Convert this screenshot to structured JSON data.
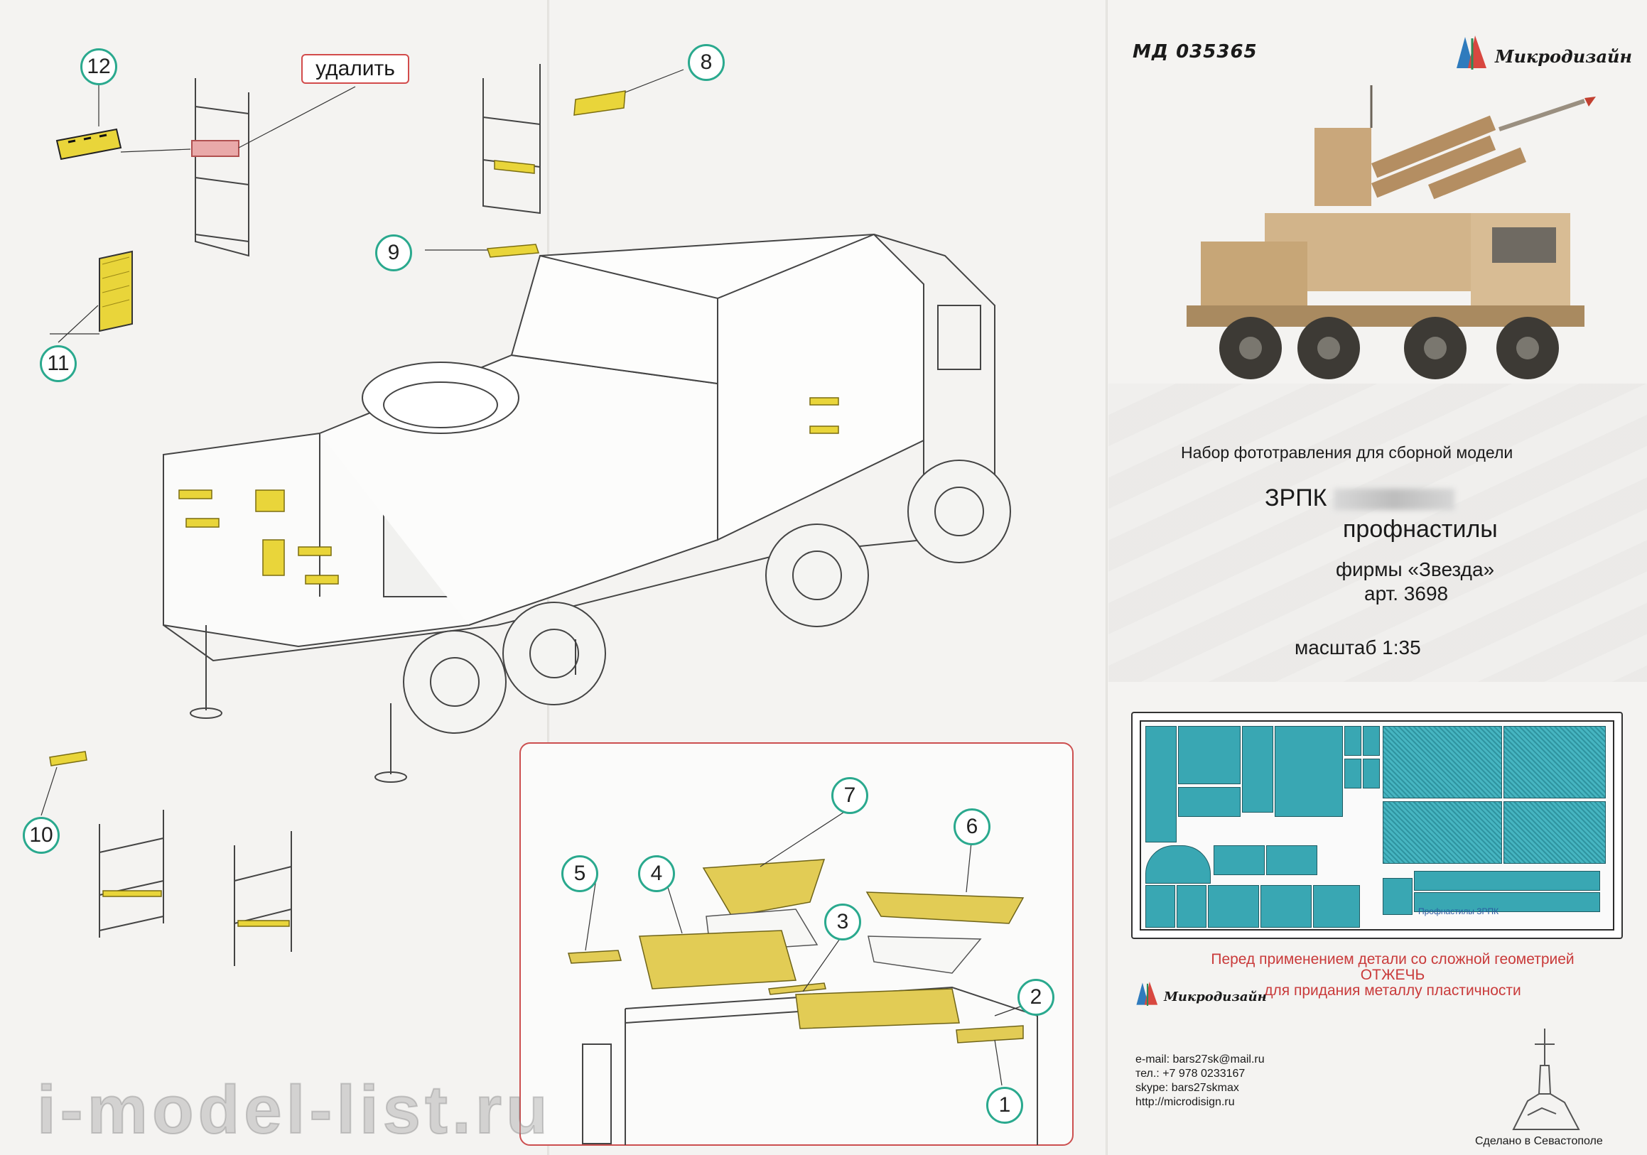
{
  "header": {
    "article_no": "МД 035365",
    "brand": "Микродизайн"
  },
  "callouts": {
    "c1": "1",
    "c2": "2",
    "c3": "3",
    "c4": "4",
    "c5": "5",
    "c6": "6",
    "c7": "7",
    "c8": "8",
    "c9": "9",
    "c10": "10",
    "c11": "11",
    "c12": "12"
  },
  "labels": {
    "remove": "удалить"
  },
  "product": {
    "subtitle": "Набор фототравления для сборной модели",
    "title_line1": "ЗРПК",
    "title_line2": "профнастилы",
    "manufacturer": "фирмы «Звезда»",
    "article": "арт. 3698",
    "scale": "масштаб 1:35"
  },
  "fret": {
    "label": "Профнастилы ЗРПК"
  },
  "warning": {
    "line1": "Перед применением детали со сложной геометрией",
    "line2": "ОТЖЕЧЬ",
    "line3": "для придания металлу пластичности"
  },
  "contacts": {
    "email": "e-mail: bars27sk@mail.ru",
    "phone": "тел.: +7 978 0233167",
    "skype": "skype: bars27skmax",
    "site": "http://microdisign.ru"
  },
  "footer": {
    "made_in": "Сделано в Севастополе"
  },
  "watermark": "i-model-list.ru",
  "colors": {
    "callout_ring": "#2aa98e",
    "part_yellow": "#e9d53a",
    "fret_blue": "#39a7b3",
    "warning_red": "#c93a3a",
    "remove_box": "#d24b4b"
  }
}
